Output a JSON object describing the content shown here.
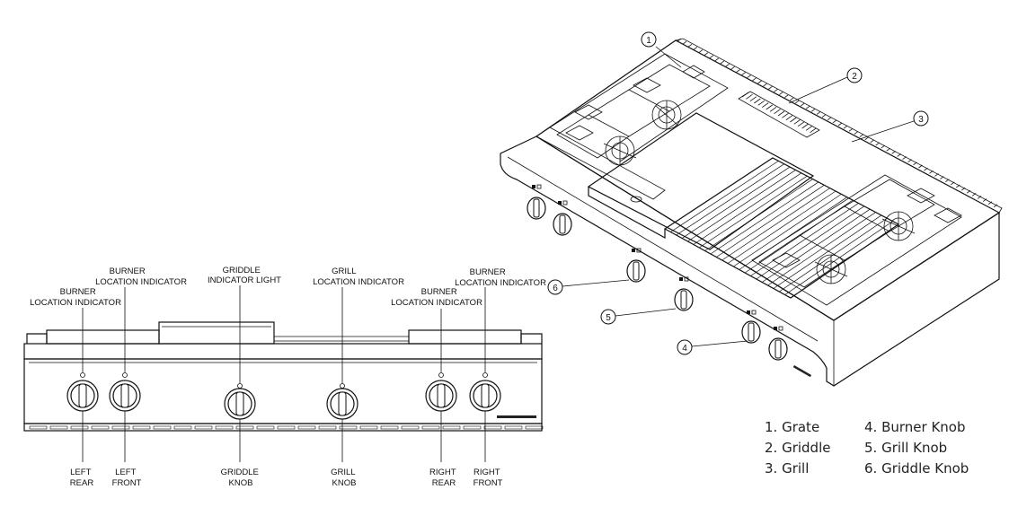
{
  "front_view": {
    "labels": {
      "left_rear_indicator": [
        "BURNER",
        "LOCATION INDICATOR"
      ],
      "left_front_indicator": [
        "BURNER",
        "LOCATION INDICATOR"
      ],
      "griddle_light": [
        "GRIDDLE",
        "INDICATOR LIGHT"
      ],
      "grill_indicator": [
        "GRILL",
        "LOCATION INDICATOR"
      ],
      "right_rear_indicator": [
        "BURNER",
        "LOCATION INDICATOR"
      ],
      "right_front_indicator": [
        "BURNER",
        "LOCATION INDICATOR"
      ]
    },
    "knobs": [
      {
        "line1": "LEFT",
        "line2": "REAR"
      },
      {
        "line1": "LEFT",
        "line2": "FRONT"
      },
      {
        "line1": "GRIDDLE",
        "line2": "KNOB"
      },
      {
        "line1": "GRILL",
        "line2": "KNOB"
      },
      {
        "line1": "RIGHT",
        "line2": "REAR"
      },
      {
        "line1": "RIGHT",
        "line2": "FRONT"
      }
    ]
  },
  "iso_view": {
    "callouts": [
      "1",
      "2",
      "3",
      "4",
      "5",
      "6"
    ]
  },
  "legend": [
    {
      "text": "1.  Grate"
    },
    {
      "text": "2.  Griddle"
    },
    {
      "text": "3.  Grill"
    },
    {
      "text": "4.  Burner Knob"
    },
    {
      "text": "5.  Grill Knob"
    },
    {
      "text": "6.  Griddle Knob"
    }
  ]
}
